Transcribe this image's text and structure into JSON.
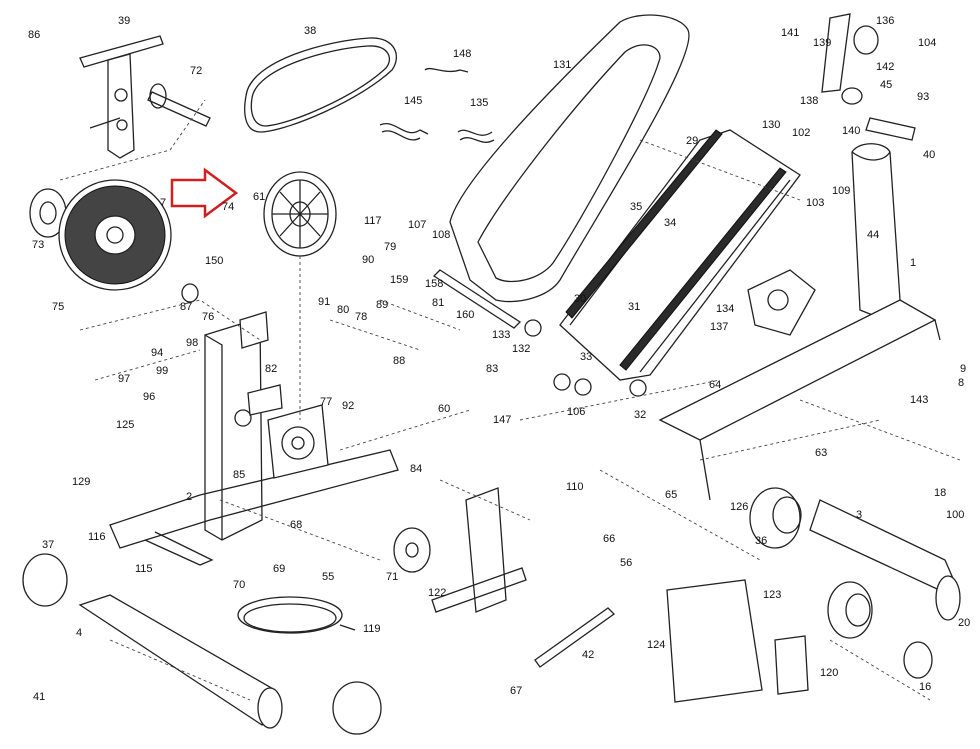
{
  "diagram": {
    "callout_color": "#d11f1f",
    "highlighted_part": "01",
    "labels": [
      "86",
      "39",
      "72",
      "38",
      "148",
      "145",
      "135",
      "131",
      "141",
      "139",
      "136",
      "104",
      "142",
      "45",
      "93",
      "138",
      "140",
      "102",
      "40",
      "73",
      "75",
      "150",
      "87",
      "76",
      "117",
      "107",
      "108",
      "79",
      "90",
      "159",
      "158",
      "81",
      "160",
      "91",
      "80",
      "78",
      "89",
      "88",
      "94",
      "98",
      "97",
      "99",
      "96",
      "82",
      "77",
      "92",
      "83",
      "133",
      "132",
      "134",
      "137",
      "64",
      "29",
      "130",
      "103",
      "109",
      "44",
      "1",
      "143",
      "125",
      "129",
      "85",
      "2",
      "84",
      "60",
      "147",
      "106",
      "110",
      "65",
      "63",
      "126",
      "36",
      "3",
      "100",
      "116",
      "115",
      "70",
      "68",
      "55",
      "69",
      "71",
      "122",
      "119",
      "66",
      "67",
      "42",
      "124",
      "123",
      "120",
      "16",
      "37",
      "4",
      "41",
      "7",
      "61",
      "74",
      "8",
      "9",
      "18",
      "20",
      "56",
      "30",
      "31",
      "32",
      "33",
      "34",
      "35"
    ]
  }
}
